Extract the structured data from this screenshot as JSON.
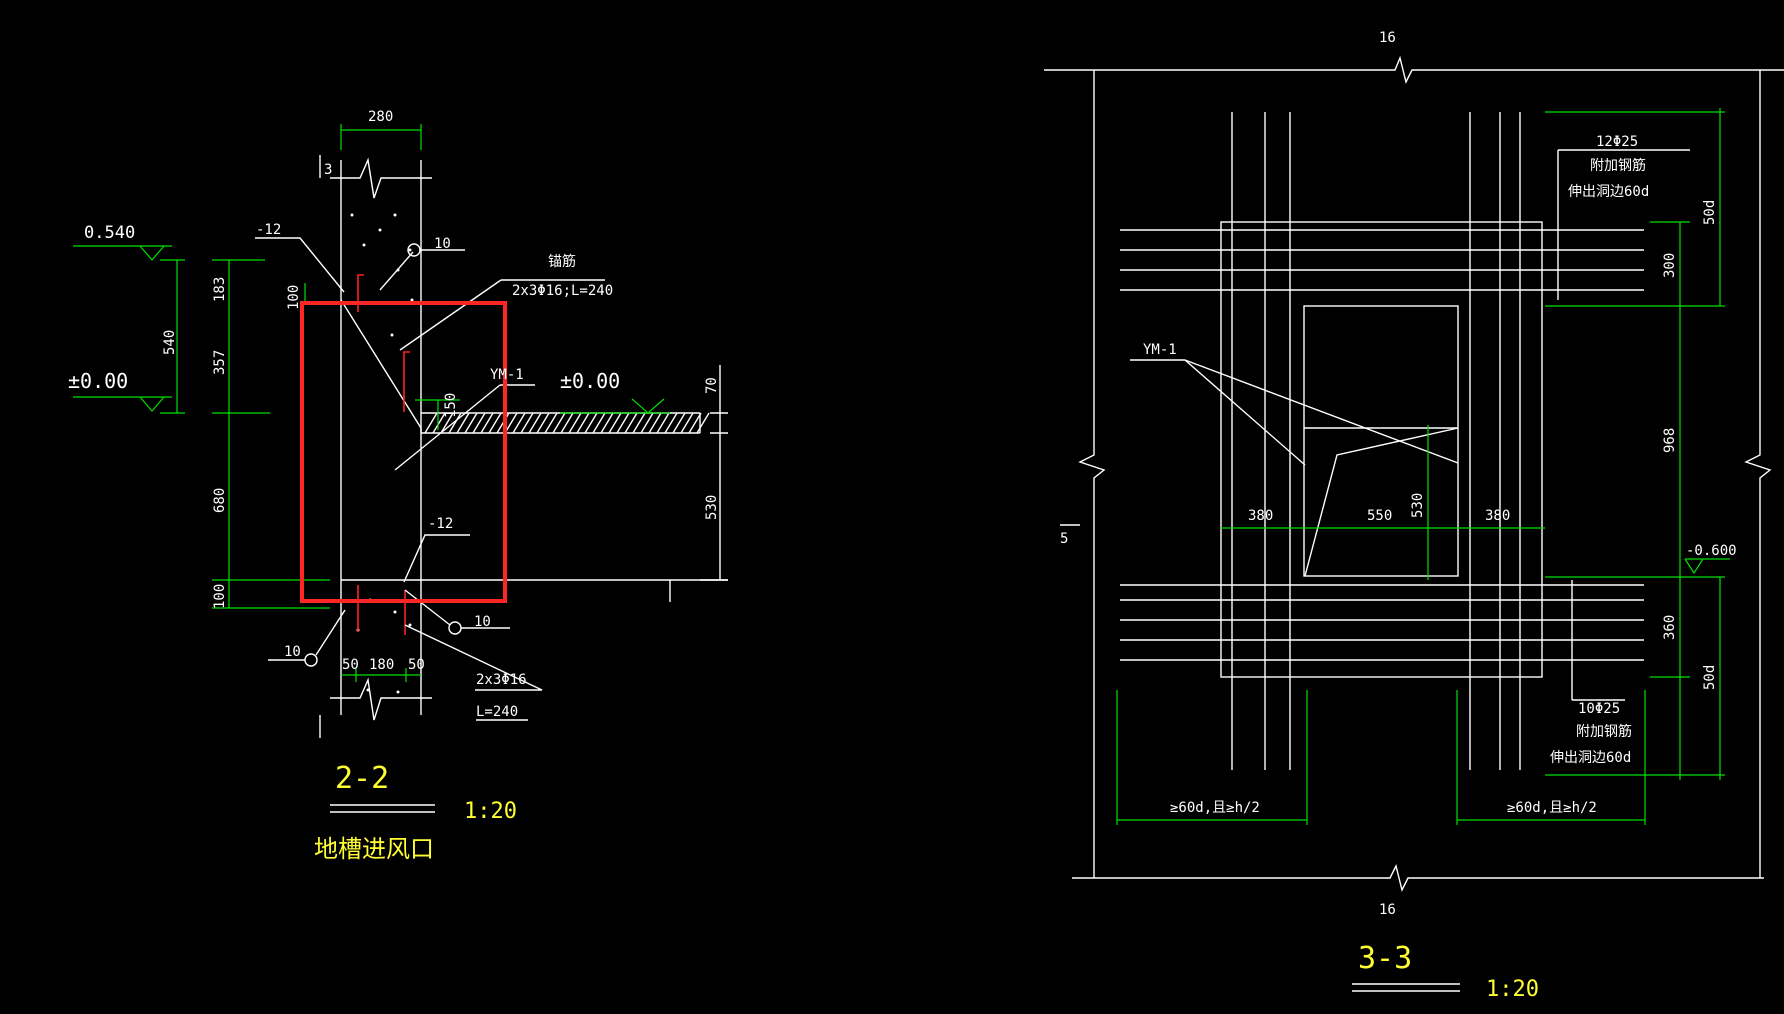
{
  "left": {
    "dims": {
      "top_width": "280",
      "cut": "3",
      "elev_top": "0.540",
      "minus12_top": "-12",
      "d100_left": "100",
      "d183": "183",
      "d540": "540",
      "d357": "357",
      "elev_zero_left": "±0.00",
      "elev_zero_right": "±0.00",
      "d680": "680",
      "d100_bottom": "100",
      "d70": "70",
      "d530": "530",
      "minus12_bottom": "-12",
      "b50a": "50",
      "b180": "180",
      "b50b": "50",
      "ym": "YM-1",
      "d150": "150",
      "weld10_top": "10",
      "weld10_right": "10",
      "weld10_left": "10"
    },
    "callouts": {
      "anchor": "锚筋",
      "bars_top": "2x3Φ16;L=240",
      "bars_bottom": "2x3Φ16",
      "bars_bottom_len": "L=240"
    },
    "title": "2-2",
    "scale": "1:20",
    "caption": "地槽进风口"
  },
  "right": {
    "dims": {
      "grid16_top": "16",
      "grid16_bottom": "16",
      "grid5": "5",
      "top_bars": "12Φ25",
      "top_note1": "附加钢筋",
      "top_note2": "伸出洞边60d",
      "d50d_top": "50d",
      "d300": "300",
      "d968": "968",
      "elev": "-0.600",
      "d360": "360",
      "d50d_bottom": "50d",
      "bottom_bars": "10Φ25",
      "bottom_note1": "附加钢筋",
      "bottom_note2": "伸出洞边60d",
      "ym": "YM-1",
      "w380a": "380",
      "w550": "550",
      "h530": "530",
      "w380b": "380",
      "anchor_left": "≥60d,且≥h/2",
      "anchor_right": "≥60d,且≥h/2"
    },
    "title": "3-3",
    "scale": "1:20"
  },
  "colors": {
    "background": "#000000",
    "geometry": "#ffffff",
    "dimension": "#00e000",
    "title": "#ffff33",
    "selection": "#ff2626"
  }
}
